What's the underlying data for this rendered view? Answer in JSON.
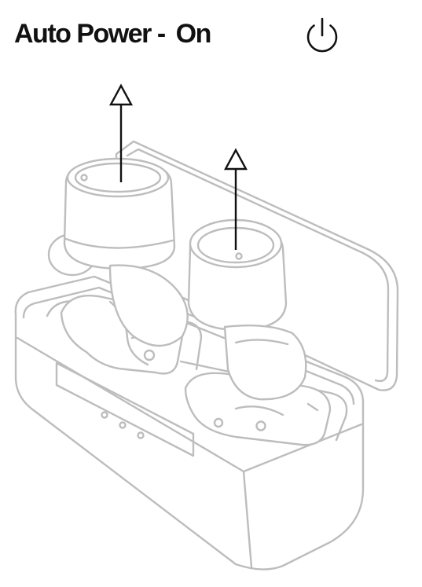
{
  "heading": {
    "label": "Auto Power -",
    "state": "On"
  },
  "icons": {
    "power": "power-icon",
    "arrow": "arrow-up-icon",
    "product": "earbuds-charging-case"
  },
  "colors": {
    "text": "#111111",
    "line_art": "#bdbdbd",
    "background": "#ffffff"
  }
}
